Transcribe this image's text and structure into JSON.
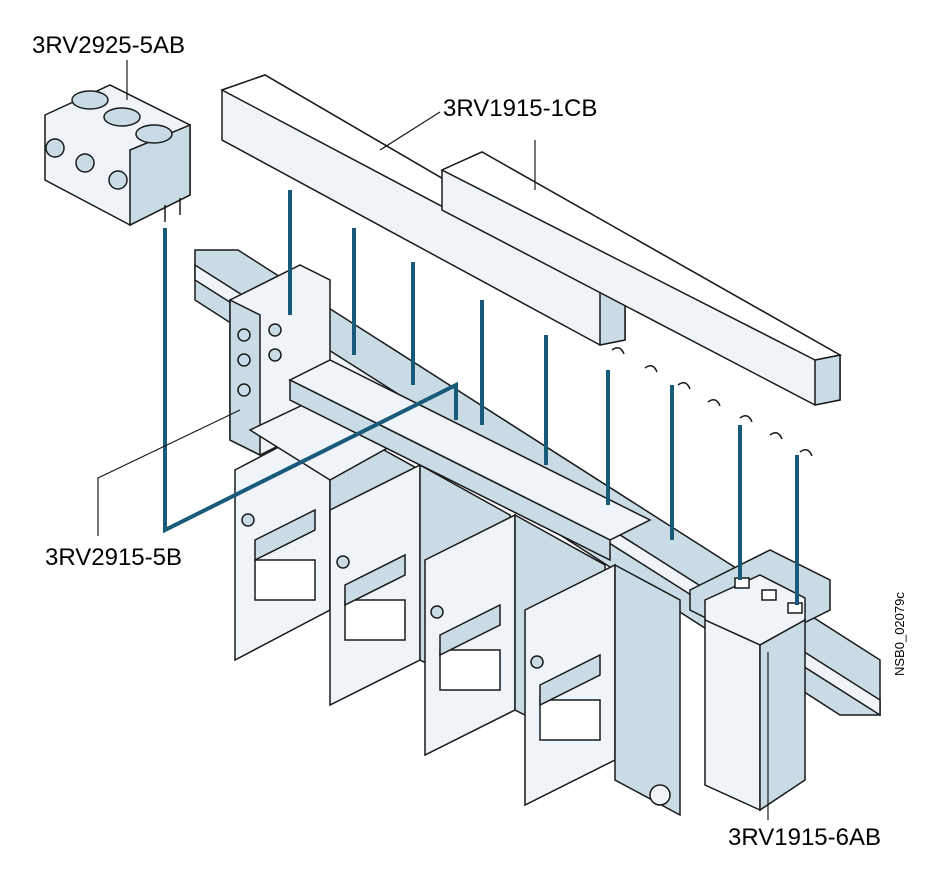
{
  "labels": {
    "feed_terminal": "3RV2925-5AB",
    "busbar_main": "3RV1915-1CB",
    "connector": "3RV2915-5B",
    "spacer_module": "3RV1915-6AB"
  },
  "drawing_code": "NSB0_02079c",
  "colors": {
    "body": "#c9dce6",
    "face": "#eef4f7",
    "outline": "#1a1a1a",
    "leader": "#175a7a",
    "white": "#ffffff"
  },
  "icons": [
    "feed-terminal-icon",
    "busbar-icon",
    "breaker-module-icon",
    "din-rail-icon",
    "spacer-module-icon"
  ]
}
